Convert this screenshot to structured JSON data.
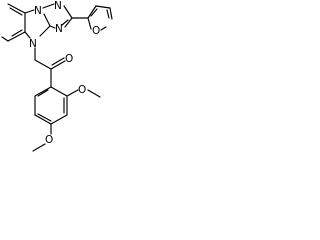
{
  "structure": {
    "atom_labels": {
      "n1": "N",
      "n2": "N",
      "n3": "N",
      "n4": "N",
      "o_furan": "O",
      "o_ketone": "O",
      "o_methoxy_upper": "O",
      "o_methoxy_lower": "O"
    },
    "colors": {
      "bonds": "#000000",
      "background": "#ffffff"
    }
  }
}
